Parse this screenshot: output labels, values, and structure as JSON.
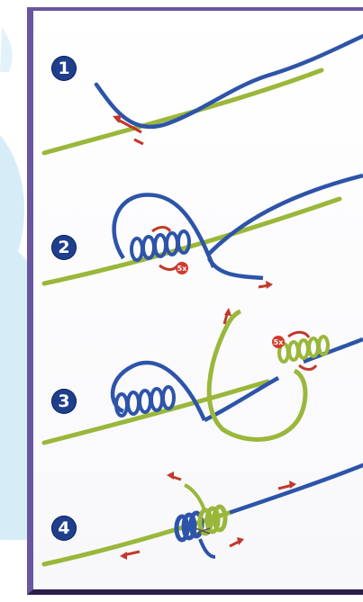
{
  "colors": {
    "frame": "#6a55a0",
    "frame_bottom": "#2a1e4a",
    "line_blue": "#2d54a8",
    "line_green": "#9ab73a",
    "arrow_red": "#c0392b",
    "badge_blue": "#1f3f8c",
    "badge_red": "#d33a2c",
    "bg_splash": "#cfe9f7"
  },
  "steps": [
    {
      "number": "1"
    },
    {
      "number": "2",
      "wrap_count": "5x"
    },
    {
      "number": "3",
      "wrap_count": "5x"
    },
    {
      "number": "4"
    }
  ]
}
